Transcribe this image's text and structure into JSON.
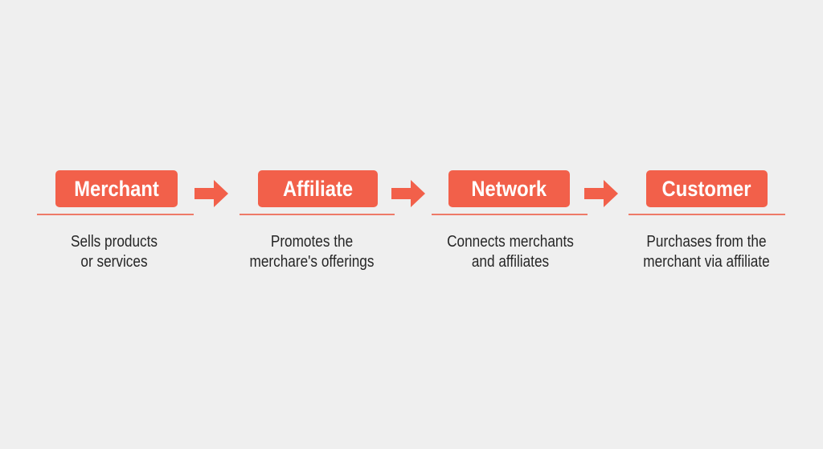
{
  "diagram": {
    "type": "flow",
    "direction": "left-to-right",
    "colors": {
      "background": "#efefef",
      "node_fill": "#f2604a",
      "node_text": "#ffffff",
      "arrow": "#f2604a",
      "underline": "#ee7a68",
      "description_text": "#262626"
    },
    "nodes": [
      {
        "label": "Merchant",
        "description": [
          "Sells products",
          "or services"
        ]
      },
      {
        "label": "Affiliate",
        "description": [
          "Promotes the",
          "merchare's offerings"
        ]
      },
      {
        "label": "Network",
        "description": [
          "Connects merchants",
          "and affiliates"
        ]
      },
      {
        "label": "Customer",
        "description": [
          "Purchases from the",
          "merchant via affiliate"
        ]
      }
    ],
    "edges": [
      {
        "from": "Merchant",
        "to": "Affiliate",
        "icon": "arrow-right-icon"
      },
      {
        "from": "Affiliate",
        "to": "Network",
        "icon": "arrow-right-icon"
      },
      {
        "from": "Network",
        "to": "Customer",
        "icon": "arrow-right-icon"
      }
    ]
  }
}
